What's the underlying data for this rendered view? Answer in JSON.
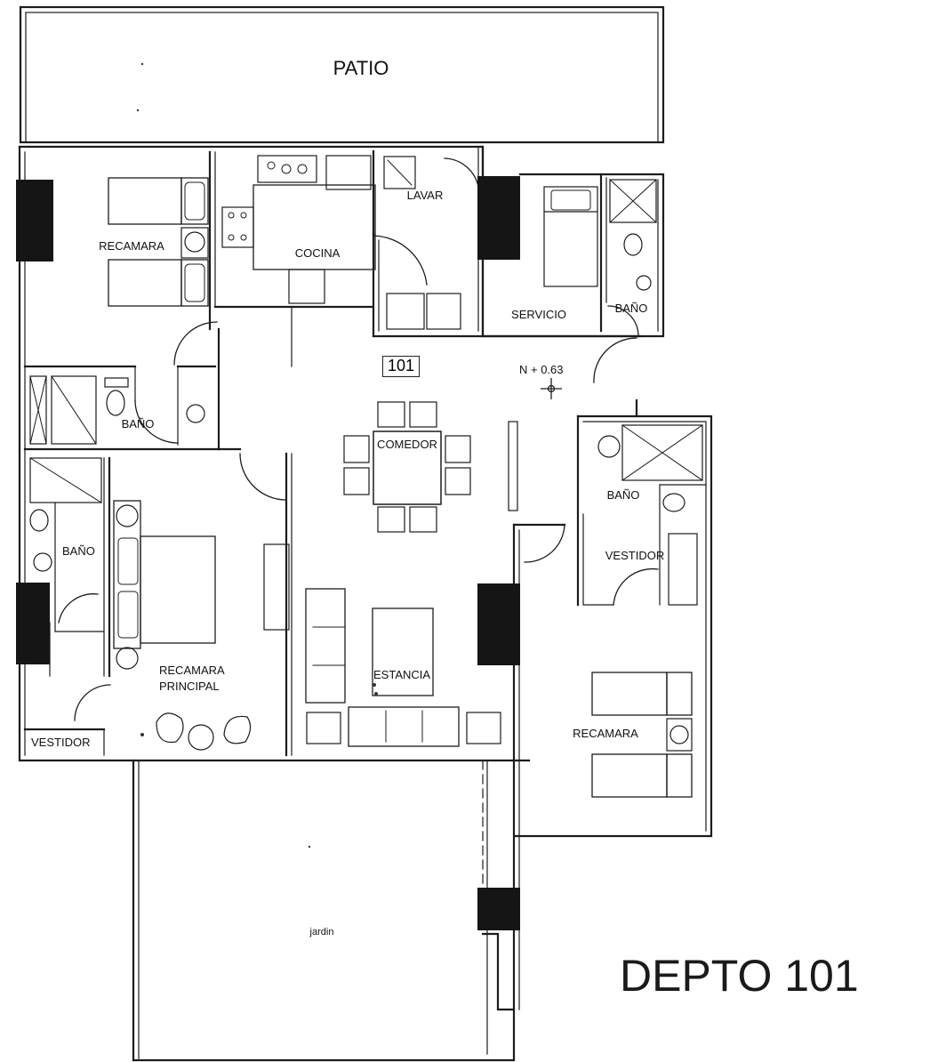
{
  "plan": {
    "title": "DEPTO 101",
    "unit_number": "101",
    "elevation": "N + 0.63",
    "rooms": {
      "patio": "PATIO",
      "recamara_top_left": "RECAMARA",
      "cocina": "COCINA",
      "lavar": "LAVAR",
      "servicio": "SERVICIO",
      "bano_servicio": "BAÑO",
      "bano_left": "BAÑO",
      "comedor": "COMEDOR",
      "bano_right": "BAÑO",
      "vestidor_right": "VESTIDOR",
      "bano_principal": "BAÑO",
      "recamara_principal": "RECAMARA\nPRINCIPAL",
      "estancia": "ESTANCIA",
      "recamara_right": "RECAMARA",
      "vestidor_left": "VESTIDOR",
      "jardin": "jardin"
    },
    "colors": {
      "line": "#1c1c1c",
      "fill": "#151515",
      "paper": "#ffffff"
    }
  }
}
